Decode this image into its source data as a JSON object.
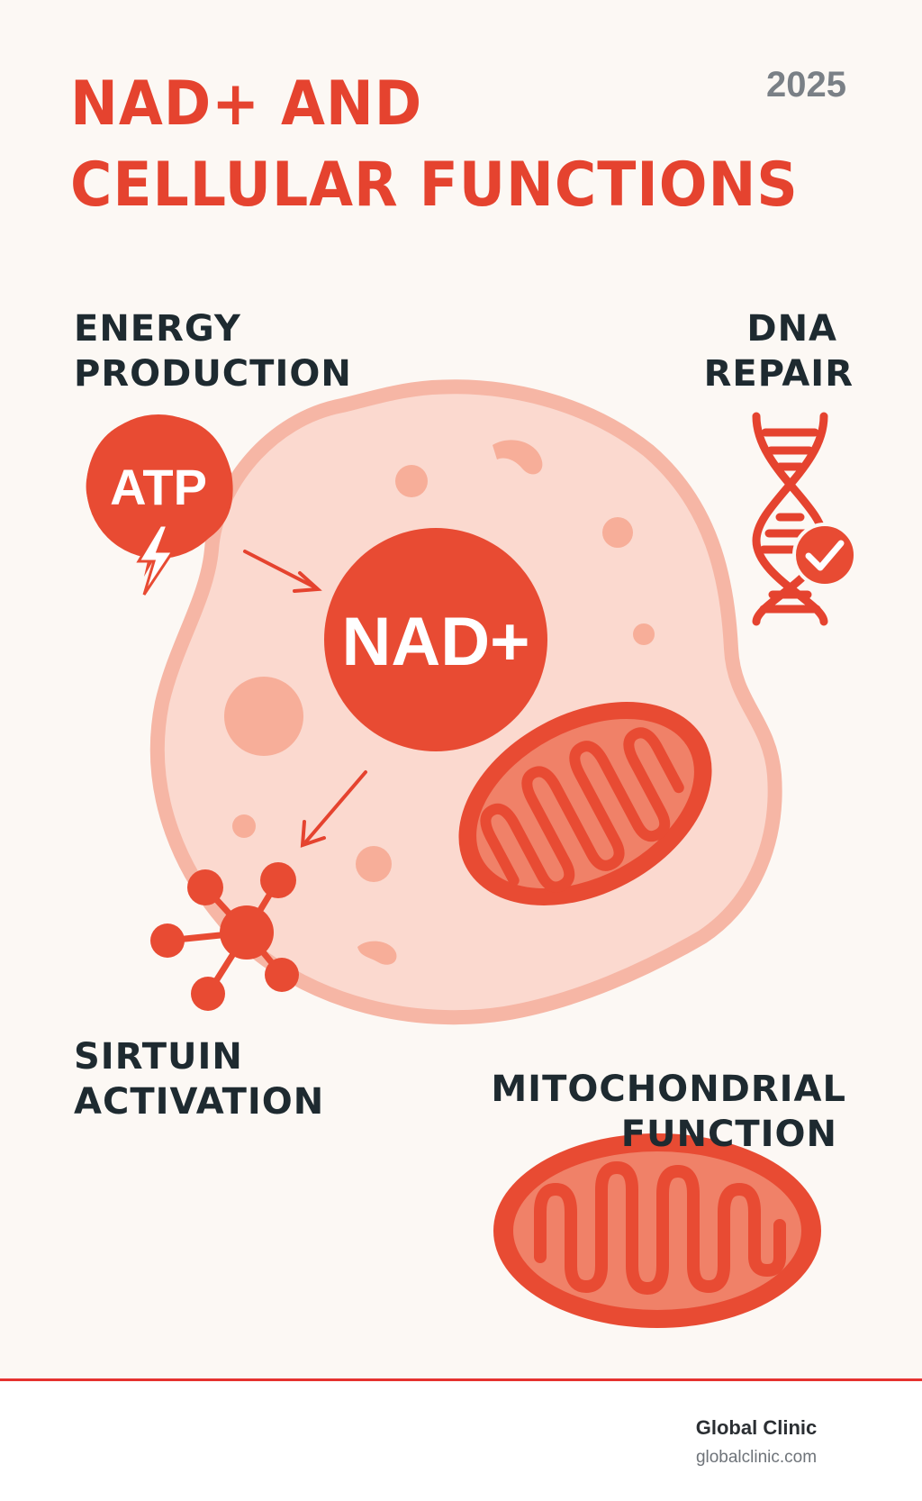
{
  "header": {
    "title_line1": "NAD+ AND",
    "title_line2": "CELLULAR FUNCTIONS",
    "year": "2025"
  },
  "labels": {
    "energy": [
      "ENERGY",
      "PRODUCTION"
    ],
    "dna": [
      "DNA",
      "REPAIR"
    ],
    "sirtuin": [
      "SIRTUIN",
      "ACTIVATION"
    ],
    "mito": [
      "MITOCHONDRIAL",
      "FUNCTION"
    ]
  },
  "diagram": {
    "center": "NAD+",
    "atp": "ATP"
  },
  "footer": {
    "brand": "Global Clinic",
    "url": "globalclinic.com"
  },
  "colors": {
    "accent": "#e5432f",
    "cell_fill": "#fbd9cf",
    "cell_border": "#f6b6a5",
    "text_dark": "#1e2a30",
    "year_gray": "#7a8086",
    "background": "#fcf8f4"
  },
  "icons": [
    "atp-energy-icon",
    "bolt-icon",
    "dna-icon",
    "check-icon",
    "molecule-icon",
    "mitochondrion-icon",
    "arrow-icon"
  ]
}
